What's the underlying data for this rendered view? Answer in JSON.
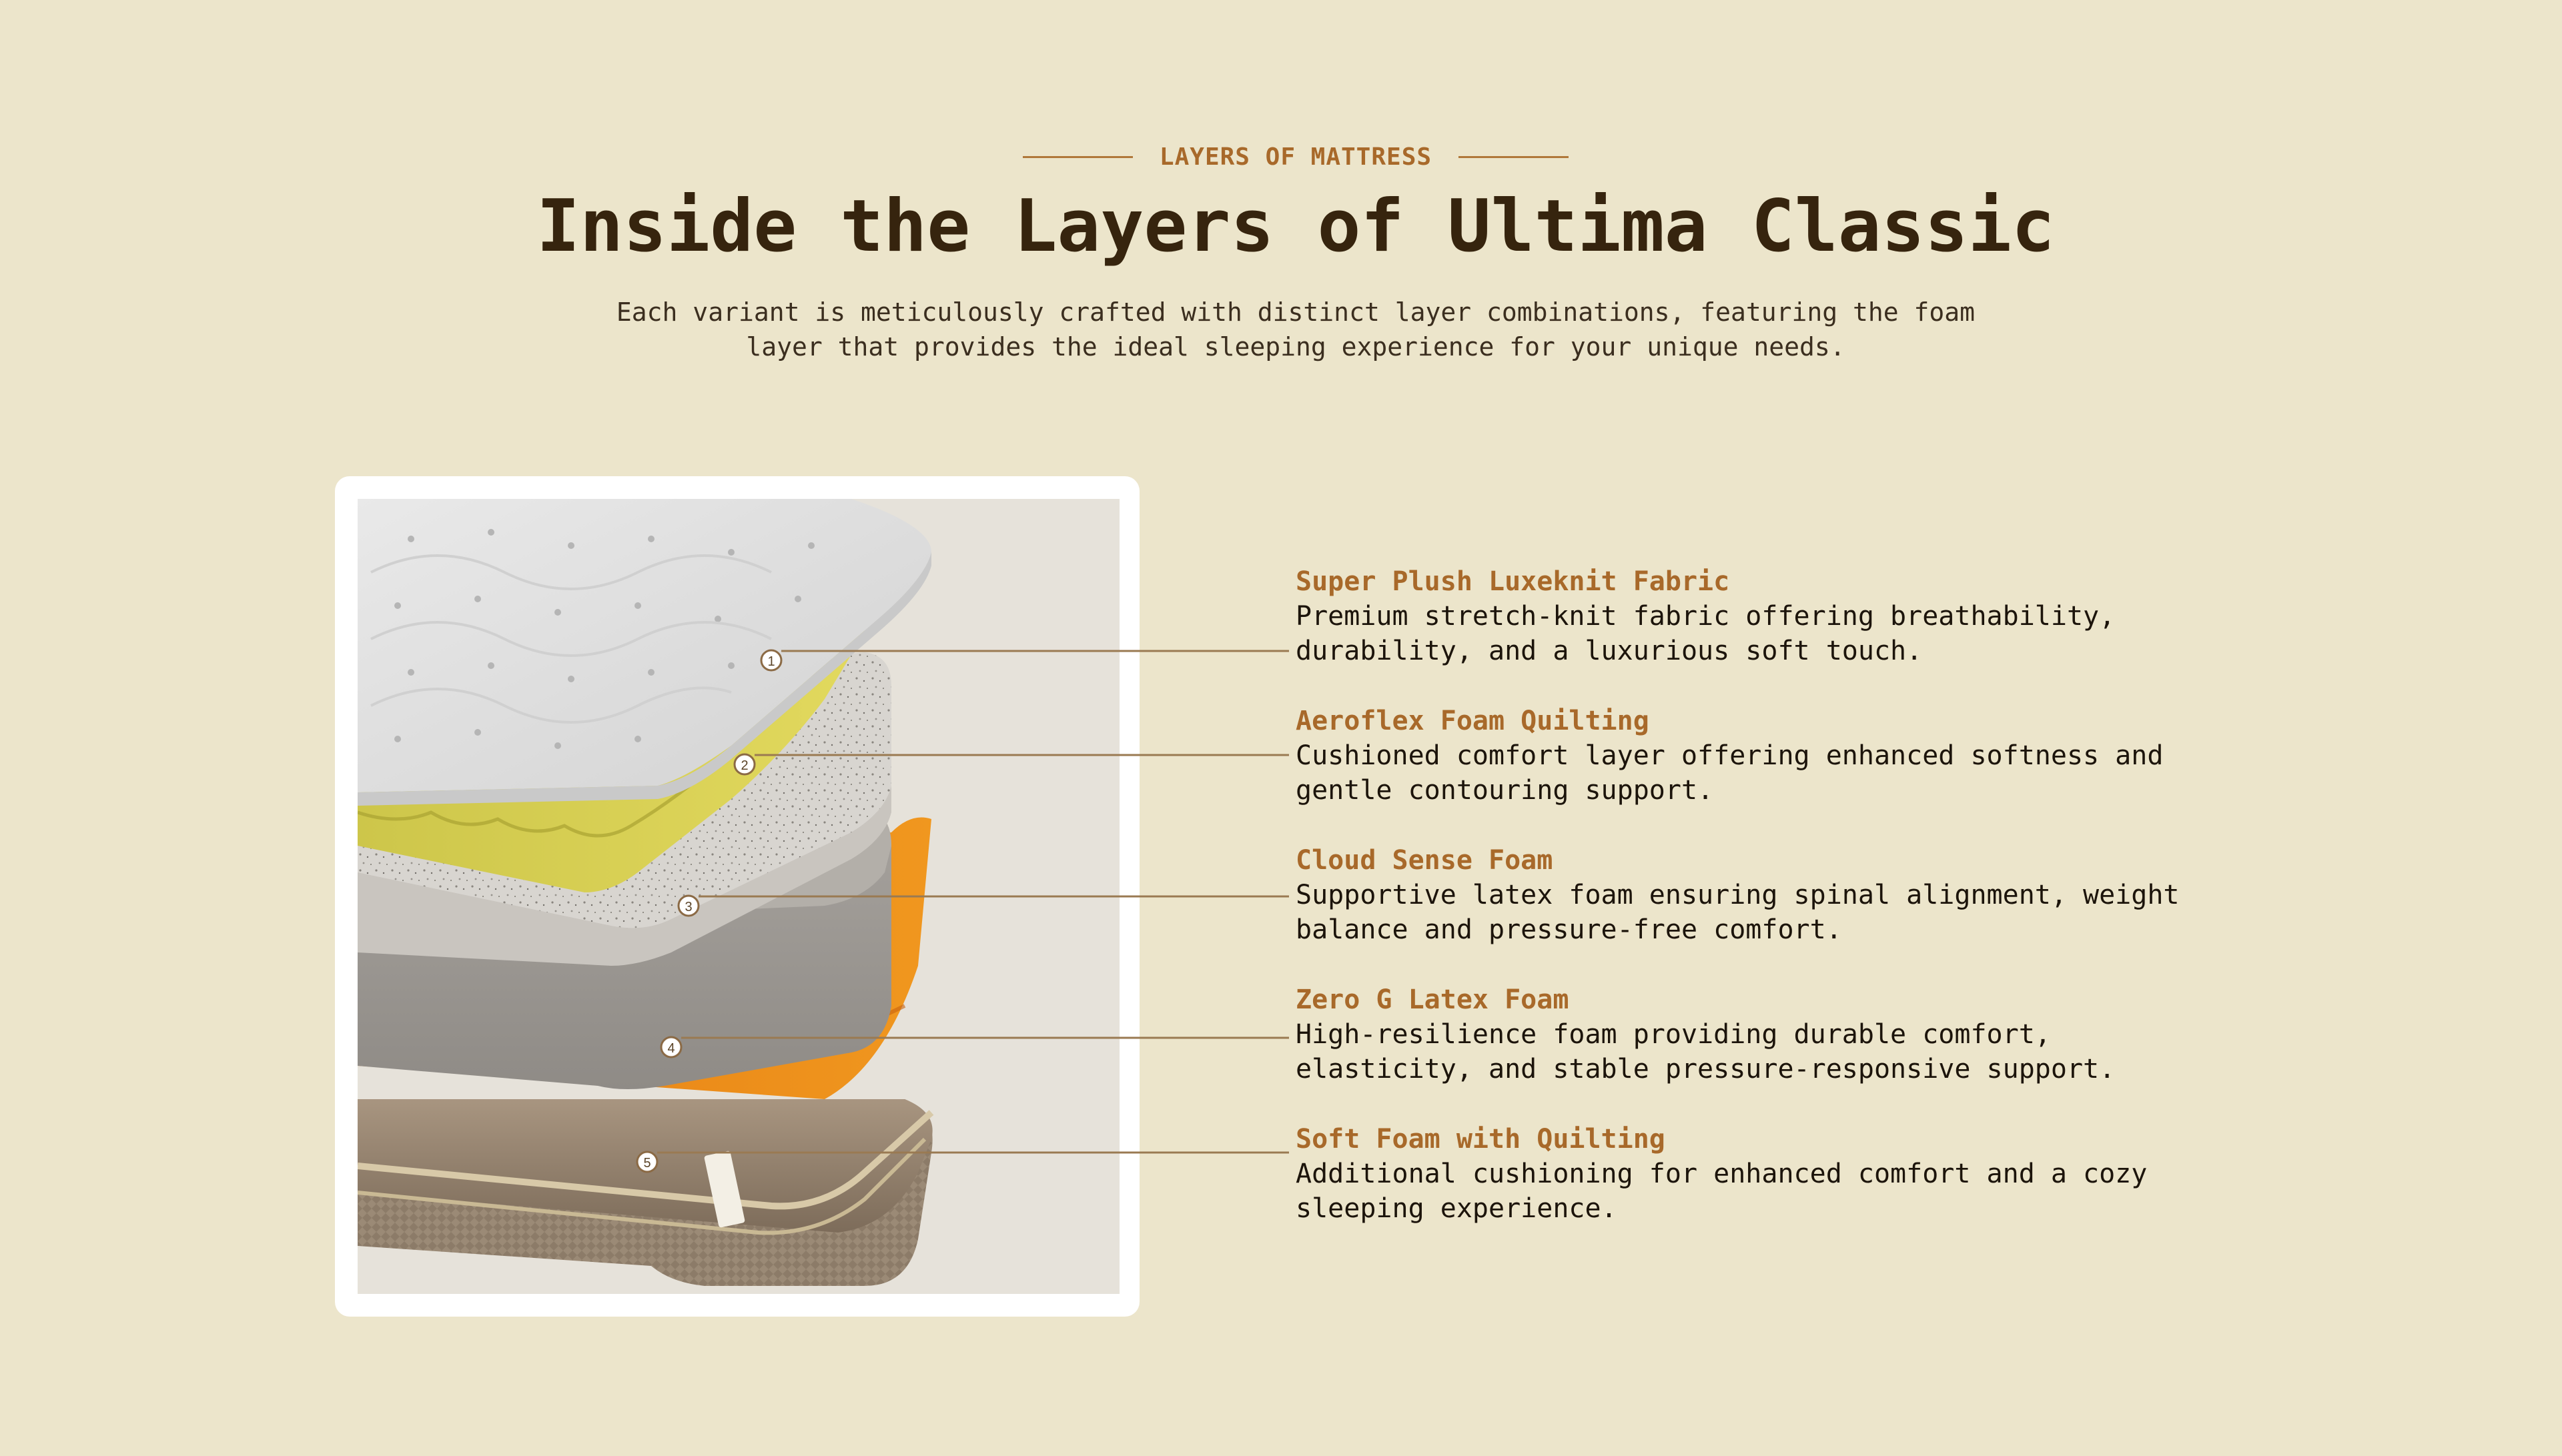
{
  "header": {
    "eyebrow": "LAYERS OF MATTRESS",
    "title": "Inside the Layers of Ultima Classic",
    "subtitle": "Each variant is meticulously crafted with distinct layer combinations, featuring the foam layer that provides the ideal sleeping experience for your unique needs."
  },
  "colors": {
    "background": "#ece5cb",
    "accent": "#a8692a",
    "title": "#36240e",
    "card": "#ffffff"
  },
  "image": {
    "alt": "Exploded view of mattress layers",
    "marker_labels": [
      "1",
      "2",
      "3",
      "4",
      "5"
    ]
  },
  "layers": [
    {
      "number": "1",
      "title": "Super Plush Luxeknit Fabric",
      "description": "Premium stretch-knit fabric offering breathability, durability, and a luxurious soft touch."
    },
    {
      "number": "2",
      "title": "Aeroflex Foam Quilting",
      "description": "Cushioned comfort layer offering enhanced softness and gentle contouring support."
    },
    {
      "number": "3",
      "title": "Cloud Sense Foam",
      "description": "Supportive latex foam ensuring spinal alignment, weight balance and pressure-free comfort."
    },
    {
      "number": "4",
      "title": "Zero G Latex Foam",
      "description": "High-resilience foam providing durable comfort, elasticity, and stable pressure-responsive support."
    },
    {
      "number": "5",
      "title": "Soft Foam with Quilting",
      "description": "Additional cushioning for enhanced comfort and a cozy sleeping experience."
    }
  ]
}
